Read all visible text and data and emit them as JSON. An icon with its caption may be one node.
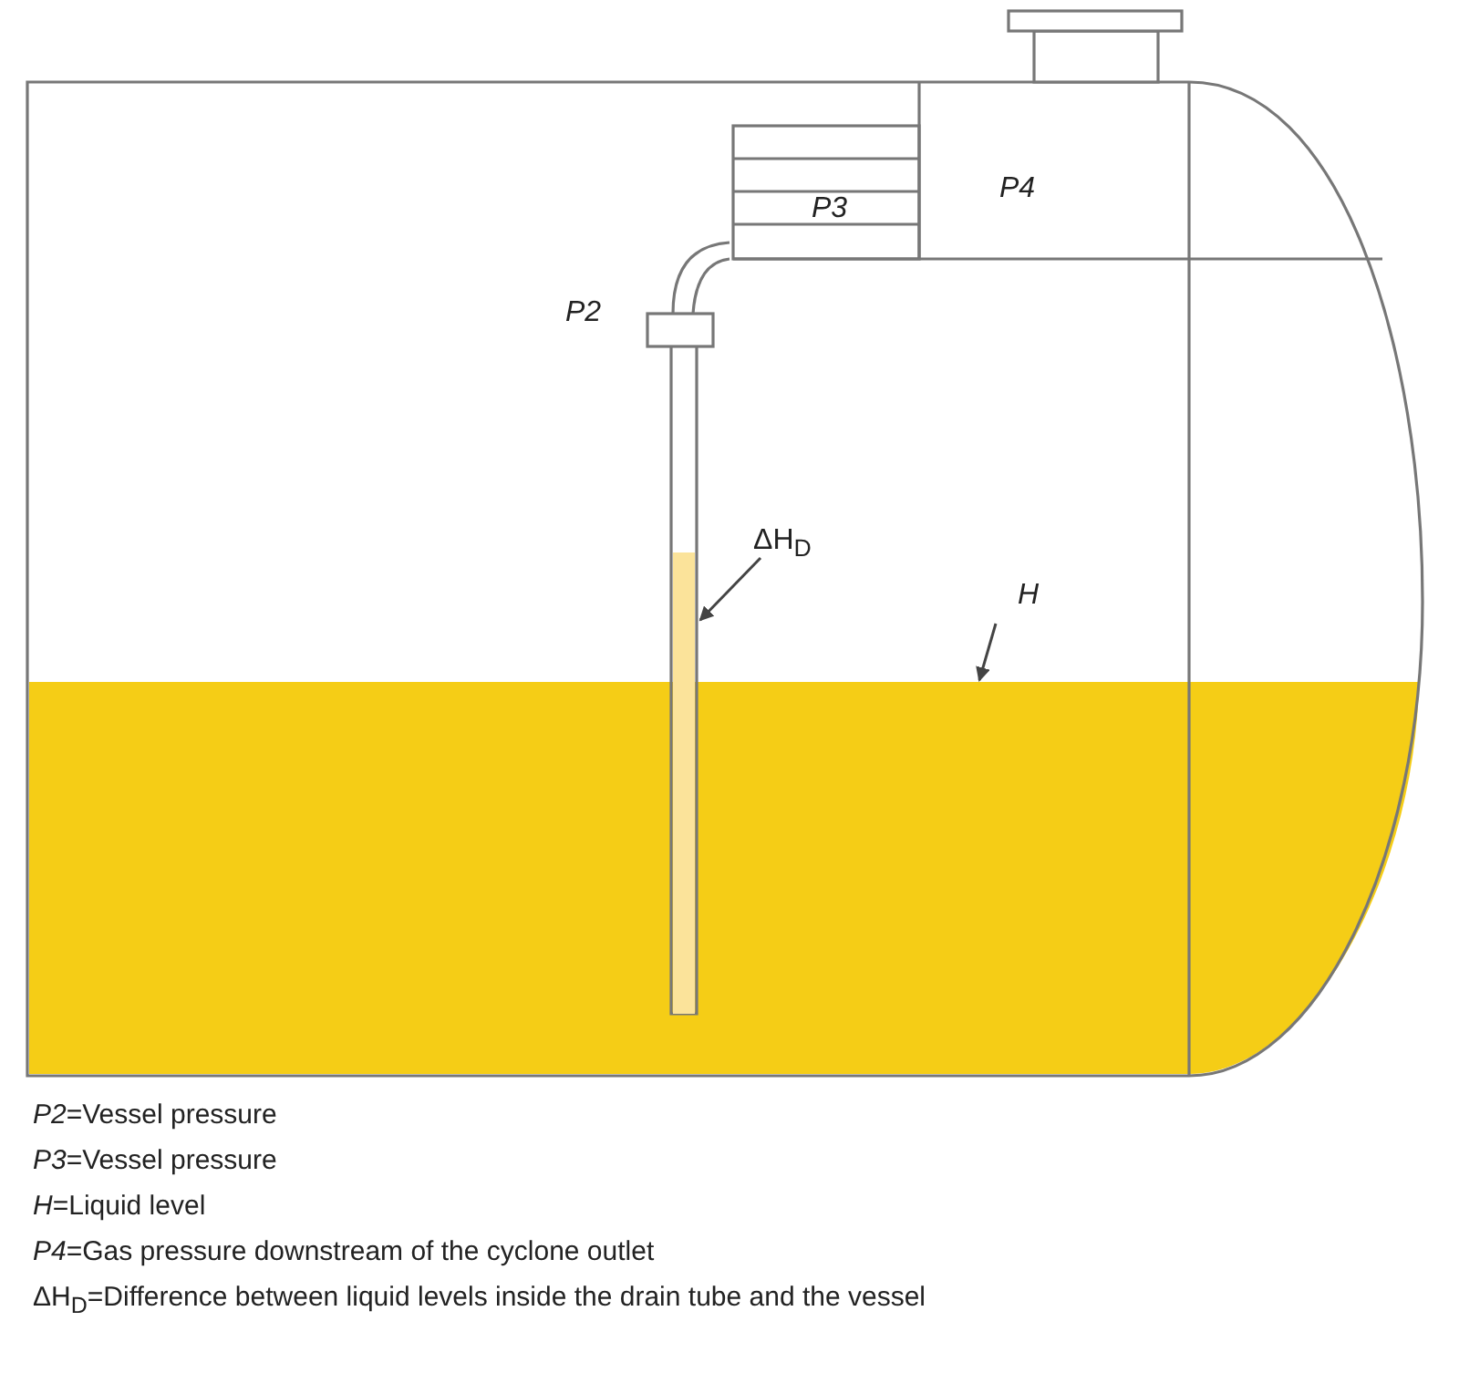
{
  "diagram": {
    "nodes": [
      {
        "text": [
          "ΔH$_{D}$"
        ]
      },
      {
        "text": [],
        "shape": "bar"
      },
      {
        "text": [
          "*H*"
        ]
      },
      {
        "text": [],
        "shape": "box"
      }
    ],
    "edges": [
      {
        "from": 0,
        "to": 1,
        "arrow": "to"
      },
      {
        "from": 2,
        "to": 3,
        "arrow": "to"
      }
    ],
    "labels": [
      "*P4*",
      "*P3*",
      "*P2*",
      "*P2*=Vessel pressure",
      "*P3*=Vessel pressure",
      "*H*=Liquid level",
      "*P4*=Gas pressure downstream of the cyclone outlet",
      "ΔH$_{D}$=Difference between liquid levels inside the drain tube and the vessel"
    ]
  }
}
